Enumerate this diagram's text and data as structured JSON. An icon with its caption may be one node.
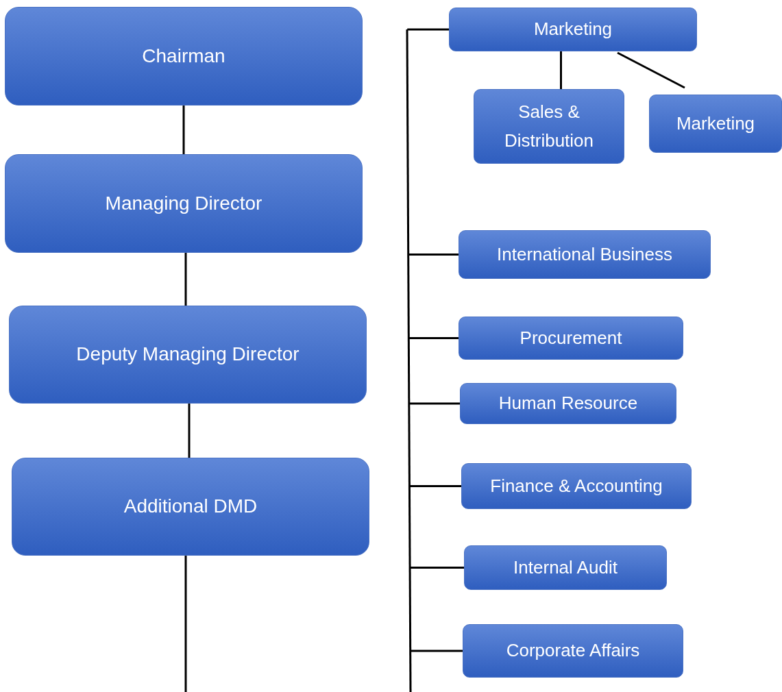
{
  "diagram": {
    "nodes": [
      {
        "text": [
          "Chairman"
        ]
      },
      {
        "text": [
          "Managing Director"
        ]
      },
      {
        "text": [
          "Deputy Managing Director"
        ]
      },
      {
        "text": [
          "Additional DMD"
        ]
      },
      {
        "text": [
          "Marketing"
        ]
      },
      {
        "text": [
          "Sales & Distribution"
        ]
      },
      {
        "text": [
          "Marketing"
        ]
      },
      {
        "text": [
          "International Business"
        ]
      },
      {
        "text": [
          "Procurement"
        ]
      },
      {
        "text": [
          "Human Resource"
        ]
      },
      {
        "text": [
          "Finance & Accounting"
        ]
      },
      {
        "text": [
          "Internal Audit"
        ]
      },
      {
        "text": [
          "Corporate Affairs"
        ]
      }
    ],
    "edges": [
      {
        "from": 0,
        "to": 1,
        "arrow": "none"
      },
      {
        "from": 1,
        "to": 2,
        "arrow": "none"
      },
      {
        "from": 2,
        "to": 3,
        "arrow": "none"
      },
      {
        "from": 3,
        "to": null,
        "arrow": "none"
      },
      {
        "from": null,
        "to": 4,
        "arrow": "none"
      },
      {
        "from": 4,
        "to": 5,
        "arrow": "none"
      },
      {
        "from": 4,
        "to": 6,
        "arrow": "none"
      },
      {
        "from": null,
        "to": 7,
        "arrow": "none"
      },
      {
        "from": null,
        "to": 8,
        "arrow": "none"
      },
      {
        "from": null,
        "to": 9,
        "arrow": "none"
      },
      {
        "from": null,
        "to": 10,
        "arrow": "none"
      },
      {
        "from": null,
        "to": 11,
        "arrow": "none"
      },
      {
        "from": null,
        "to": 12,
        "arrow": "none"
      }
    ]
  }
}
